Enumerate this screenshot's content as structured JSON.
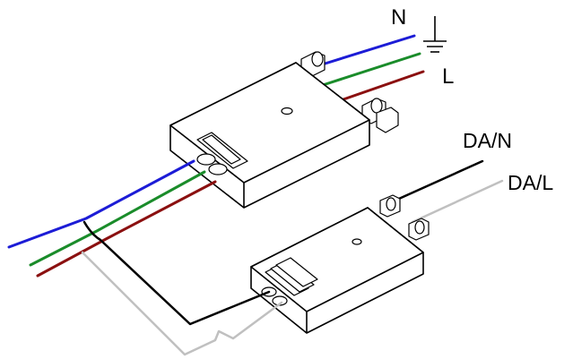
{
  "labels": {
    "neutral": "N",
    "live": "L",
    "dali_neutral": "DA/N",
    "dali_live": "DA/L"
  },
  "colors": {
    "neutral_wire": "#1c1cd6",
    "earth_wire": "#1a8c2a",
    "live_wire": "#8b1010",
    "dali_n_wire": "#000000",
    "dali_l_wire": "#c0c0c0"
  },
  "icons": {
    "ground": "ground-symbol-icon"
  }
}
